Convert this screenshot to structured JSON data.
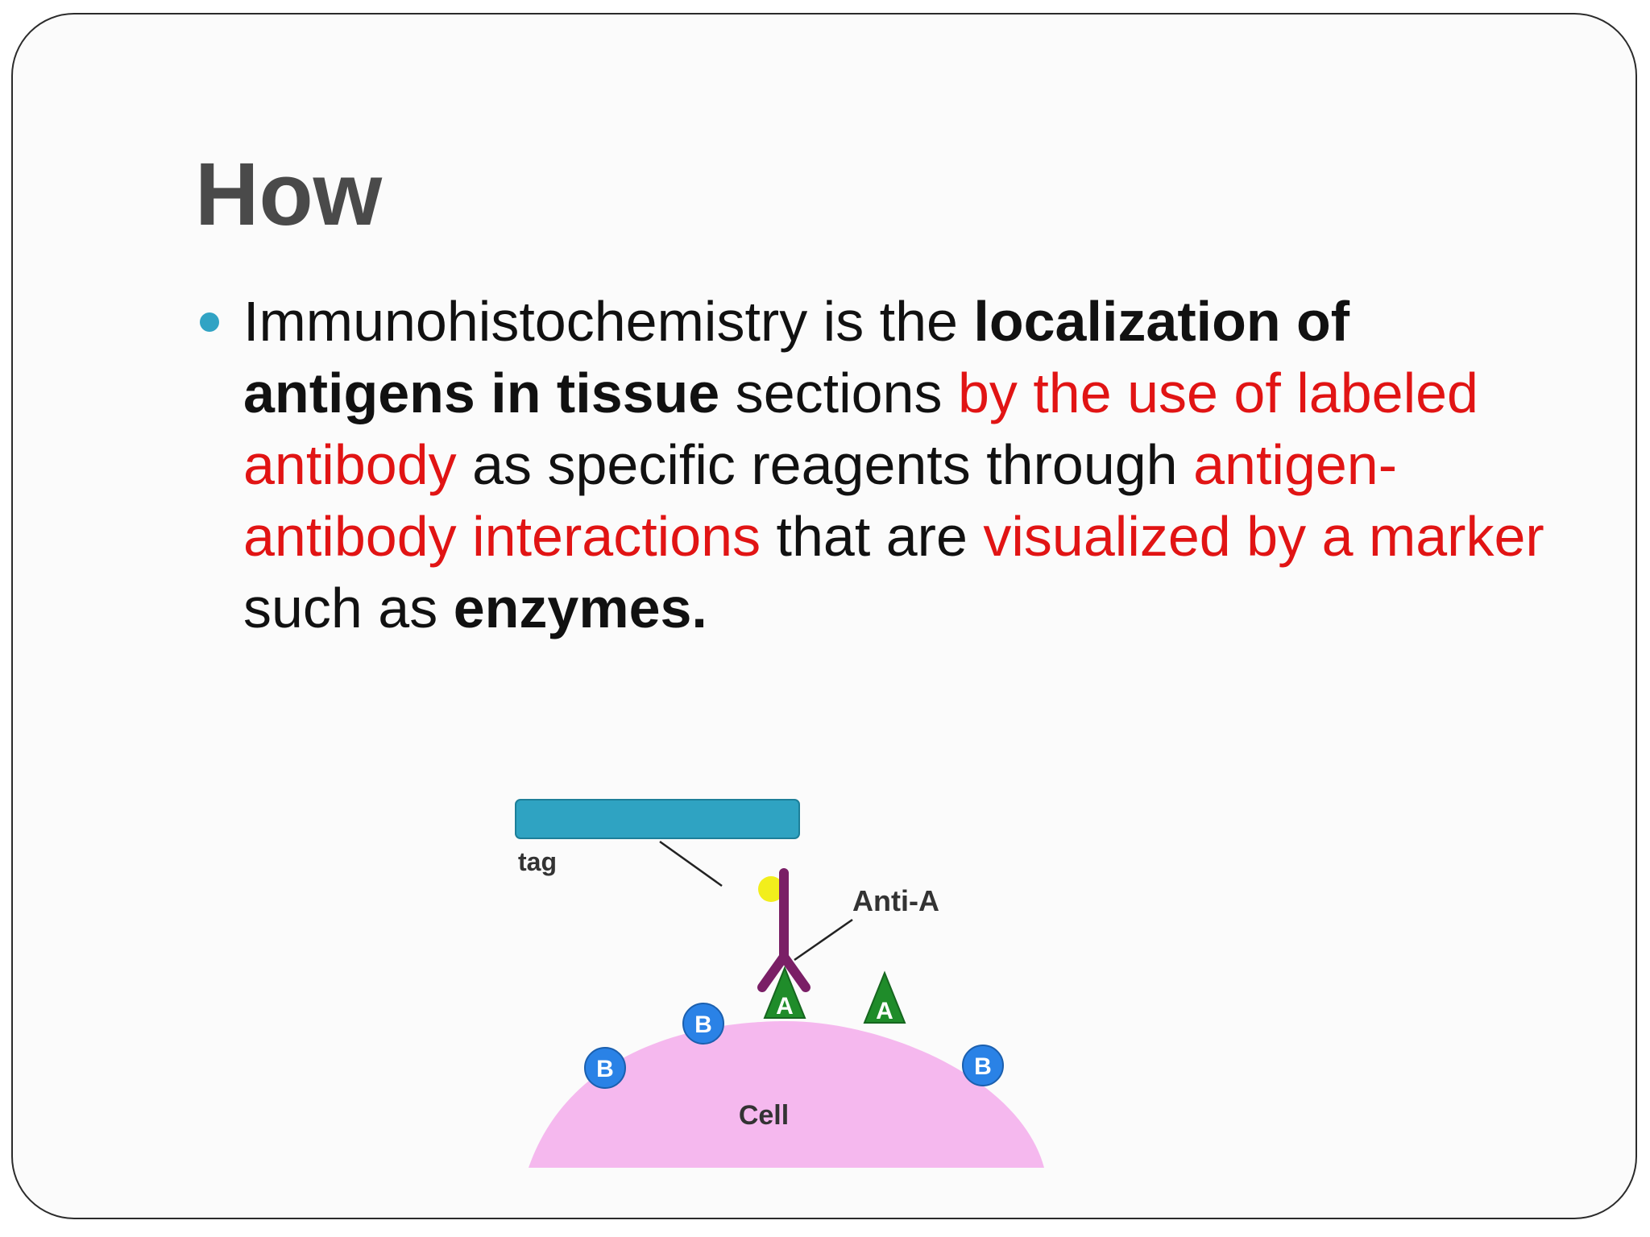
{
  "slide": {
    "title": "How",
    "bullet": {
      "segments": [
        {
          "text": "Immunohistochemistry is the ",
          "style": "normal"
        },
        {
          "text": "localization of antigens in tissue",
          "style": "bold"
        },
        {
          "text": " sections ",
          "style": "normal"
        },
        {
          "text": "by the use of labeled antibody",
          "style": "red"
        },
        {
          "text": " as specific reagents through ",
          "style": "normal"
        },
        {
          "text": "antigen-antibody interactions",
          "style": "red"
        },
        {
          "text": " that are ",
          "style": "normal"
        },
        {
          "text": "visualized by a marker",
          "style": "red"
        },
        {
          "text": " such as ",
          "style": "normal"
        },
        {
          "text": "enzymes.",
          "style": "bold"
        }
      ]
    }
  },
  "diagram": {
    "labels": {
      "tag": "tag",
      "antibody": "Anti-A",
      "cell": "Cell"
    },
    "antigen_a_letter": "A",
    "antigen_b_letter": "B",
    "colors": {
      "tag_box": "#2fa3c2",
      "tag_dot": "#f2ee1c",
      "antibody": "#7a1f66",
      "antigen_a": "#1f8c2a",
      "antigen_b": "#2a82e6",
      "cell": "#f5b8ee",
      "text_red": "#e11414",
      "bullet": "#31a3c4"
    }
  }
}
